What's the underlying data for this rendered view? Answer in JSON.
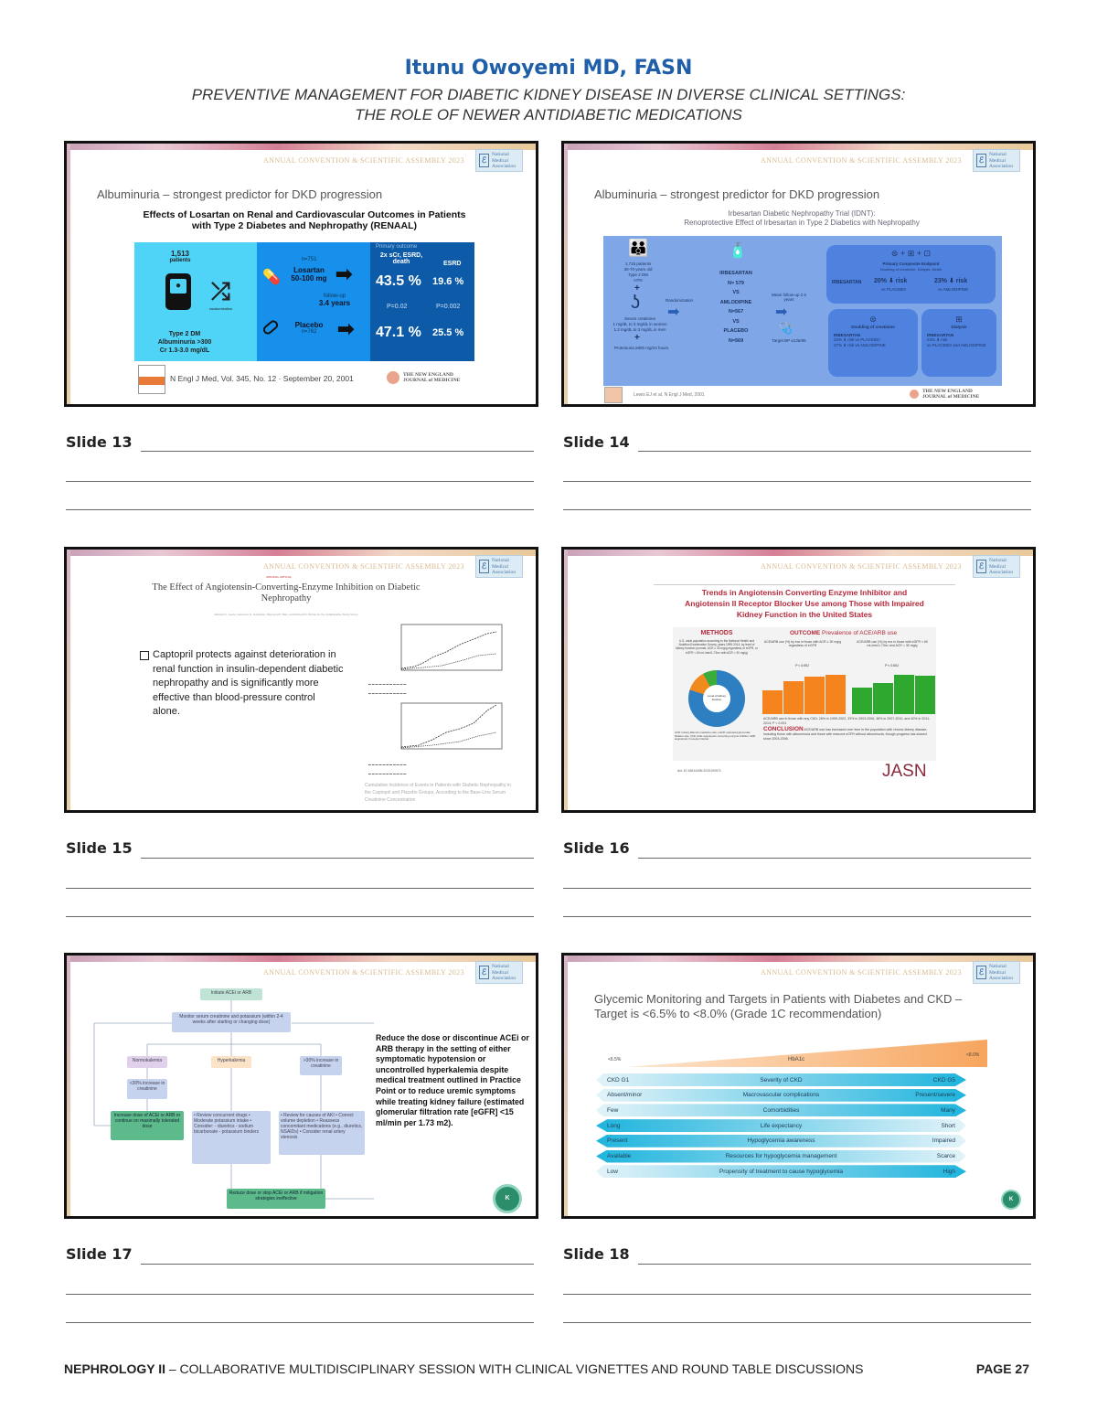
{
  "header": {
    "name": "Itunu Owoyemi MD, FASN",
    "subtitle_line1": "PREVENTIVE MANAGEMENT FOR DIABETIC KIDNEY DISEASE IN DIVERSE CLINICAL SETTINGS:",
    "subtitle_line2": "THE ROLE OF NEWER ANTIDIABETIC MEDICATIONS"
  },
  "common": {
    "convention": "ANNUAL CONVENTION & SCIENTIFIC ASSEMBLY 2023",
    "nma_logo": "National Medical Association",
    "nejm_logo": "THE NEW ENGLAND JOURNAL of MEDICINE"
  },
  "slides": [
    {
      "label": "Slide 13",
      "title": "Albuminuria – strongest predictor for DKD progression",
      "subtitle": "Effects of Losartan on Renal and Cardiovascular Outcomes in Patients with Type 2 Diabetes and Nephropathy (RENAAL)",
      "patients": "1,513",
      "patients_label": "patients",
      "randomization": "randomization",
      "criteria": [
        "Type 2 DM",
        "Albuminuria >300",
        "Cr 1.3-3.0 mg/dL"
      ],
      "losartan_n": "n=751",
      "losartan": "Losartan",
      "losartan_dose": "50-100 mg",
      "followup_label": "follow-up",
      "followup": "3.4 years",
      "placebo": "Placebo",
      "placebo_n": "n=762",
      "primary_outcome": "Primary outcome",
      "outcome1": "2x sCr, ESRD, death",
      "outcome2": "ESRD",
      "los_o1": "43.5 %",
      "los_o2": "19.6 %",
      "p1": "P=0.02",
      "p2": "P=0.002",
      "pla_o1": "47.1 %",
      "pla_o2": "25.5 %",
      "citation": "N Engl J Med, Vol. 345, No. 12 · September 20, 2001"
    },
    {
      "label": "Slide 14",
      "title": "Albuminuria – strongest predictor for DKD progression",
      "subtitle1": "Irbesartan Diabetic Nephropathy Trial (IDNT):",
      "subtitle2": "Renoprotective Effect of Irbesartan in Type 2 Diabetics with Nephropathy",
      "pop": [
        "1,715 patients",
        "30-70 years old",
        "Type 2 DM",
        "HTN"
      ],
      "scr": [
        "Serum creatinine",
        "1 mg/dL to 3 mg/dL in women",
        "1.2 mg/dL to 3 mg/dL in men"
      ],
      "prot": "Proteinuria ≥900 mg/24 hours",
      "randomization": "Randomization",
      "arms": [
        "IRBESARTAN",
        "N= 579",
        "VS",
        "AMLODIPINE",
        "N=567",
        "VS",
        "PLACEBO",
        "N=569"
      ],
      "followup": "Mean follow-up 2.6 years",
      "target_bp": "Target BP ≤135/85",
      "primary": "Primary Composite Endpoint",
      "primary_sub": "Doubling of creatinine, Dialysis, Death",
      "irb": "IRBESARTAN",
      "r20": "20% ⬇ risk",
      "vs_placebo": "vs PLACEBO",
      "r23": "23% ⬇ risk",
      "vs_aml": "vs AMLODIPINE",
      "dbl": "Doubling of creatinine",
      "dbl1": "33% ⬇ risk vs PLACEBO",
      "dbl2": "37% ⬇ risk vs AMLODIPINE",
      "dial": "Dialysis",
      "dial1": "23% ⬇ risk",
      "dial2": "vs PLACEBO and AMLODIPINE",
      "citation": "Lewis EJ et al, N Engl J Med, 2001"
    },
    {
      "label": "Slide 15",
      "kicker": "ORIGINAL ARTICLE",
      "title": "The Effect of Angiotensin-Converting-Enzyme Inhibition on Diabetic Nephropathy",
      "authors": "Edmund J. Lewis, Lawrence G. Hunsicker, Raymond P. Bain, and Richard D. Rohde for the Collaborative Study Group",
      "bullet": "Captopril protects against deterioration in renal function in insulin-dependent diabetic nephropathy and is significantly more effective than blood-pressure control alone.",
      "caption": "Cumulative Incidence of Events in Patients with Diabetic Nephropathy in the Captopril and Placebo Groups, According to the Base-Line Serum Creatinine Concentration"
    },
    {
      "label": "Slide 16",
      "title": "Trends in Angiotensin Converting Enzyme Inhibitor and Angiotensin II Receptor Blocker Use among Those with Impaired Kidney Function in the United States",
      "methods": "METHODS",
      "methods_text": "U.S. adult population according to the National Health and Nutrition Examination Survey, years 1999-2014, by level of kidney function (normal, ACR ≥ 30 mg/g regardless of eGFR, or eGFR < 60 mL/min/1.73m² with ACR < 30 mg/g)",
      "donut_label": "Level of kidney function",
      "abbrev": "ACR: urinary albumin-creatinine ratio; eGFR: estimated glomerular filtration rate; CKD; ACE: angiotensin converting enzyme inhibitor; ARB: angiotensin II receptor blocker",
      "outcome": "OUTCOME",
      "outcome_sub": "Prevalence of ACE/ARB use",
      "chart1_title": "ACE/ARB use (%) by era in those with ACR ≥ 30 mg/g regardless of eGFR",
      "chart2_title": "ACE/ARB use (%) by era in those with eGFR < 60 mL/min/1.73m² and ACR < 30 mg/g",
      "p": "P < 0.001",
      "any_ckd": "ACE/ARB use in those with any CKD: 26% in 1999-2002, 33% in 2003-2006, 38% in 2007-2010, and 40% in 2011-2014; P < 0.001",
      "conclusion": "CONCLUSION",
      "conclusion_text": "ACE/ARB use has increased over time in the population with chronic kidney disease, including those with albuminuria and those with reduced eGFR without albuminuria, though progress has slowed since 2003-2006.",
      "doi": "doi: 10.1681/ASN.2019100971",
      "journal": "JASN"
    },
    {
      "label": "Slide 17",
      "start": "Initiate ACEi or ARB",
      "monitor": "Monitor serum creatinine and potassium (within 2-4 weeks after starting or changing dose)",
      "normo": "Normokalemia",
      "hyper": "Hyperkalemia",
      "gt30": ">30% increase in creatinine",
      "lt30": "<30% increase in creatinine",
      "increase": "Increase dose of ACEi or ARB or continue on maximally tolerated dose",
      "hyper_actions": "• Review concurrent drugs • Moderate potassium intake • Consider: - diuretics - sodium bicarbonate - potassium binders",
      "aki_actions": "• Review for causes of AKI • Correct volume depletion • Reassess concomitant medications (e.g., diuretics, NSAIDs) • Consider renal artery stenosis",
      "reduce": "Reduce dose or stop ACEi or ARB if mitigation strategies ineffective",
      "text": "Reduce the dose or discontinue ACEi or ARB therapy in the setting of either symptomatic hypotension or uncontrolled hyperkalemia despite medical treatment outlined in Practice Point or to reduce uremic symptoms while treating kidney failure (estimated glomerular filtration rate [eGFR] <15 ml/min per 1.73 m2).",
      "logo": "KDIGO"
    },
    {
      "label": "Slide 18",
      "title": "Glycemic Monitoring and Targets in Patients with Diabetes and CKD – Target is <6.5% to <8.0% (Grade 1C recommendation)",
      "low": "<6.5%",
      "hba1c": "HbA1c",
      "high": "<8.0%",
      "rows": [
        {
          "l": "CKD G1",
          "m": "Severity of CKD",
          "r": "CKD G5",
          "dir": "R"
        },
        {
          "l": "Absent/minor",
          "m": "Macrovascular complications",
          "r": "Present/severe",
          "dir": "R"
        },
        {
          "l": "Few",
          "m": "Comorbidities",
          "r": "Many",
          "dir": "R"
        },
        {
          "l": "Long",
          "m": "Life expectancy",
          "r": "Short",
          "dir": "L"
        },
        {
          "l": "Present",
          "m": "Hypoglycemia awareness",
          "r": "Impaired",
          "dir": "L"
        },
        {
          "l": "Available",
          "m": "Resources for hypoglycemia management",
          "r": "Scarce",
          "dir": "L"
        },
        {
          "l": "Low",
          "m": "Propensity of treatment to cause hypoglycemia",
          "r": "High",
          "dir": "R"
        }
      ],
      "logo": "KDIGO"
    }
  ],
  "footer": {
    "bold": "NEPHROLOGY II",
    "text": " – COLLABORATIVE MULTIDISCIPLINARY SESSION WITH CLINICAL VIGNETTES AND ROUND TABLE DISCUSSIONS",
    "page": "PAGE 27"
  }
}
